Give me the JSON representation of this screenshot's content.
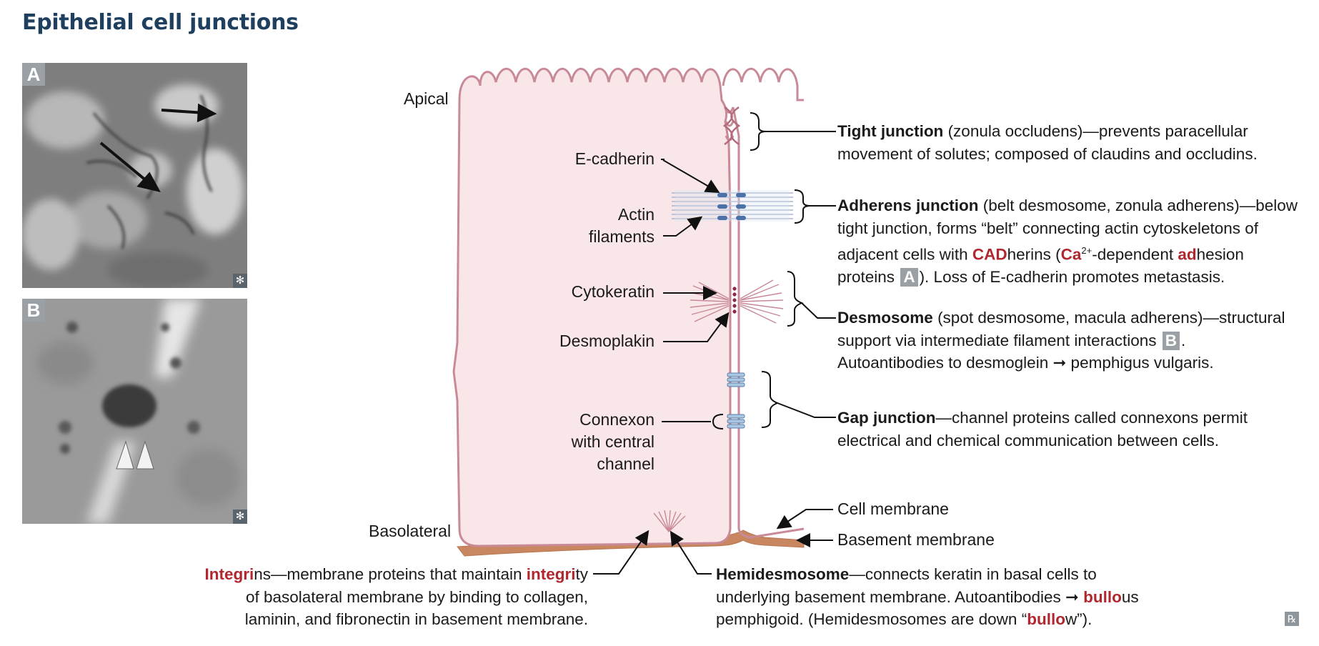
{
  "title": "Epithelial cell junctions",
  "panels": {
    "a": {
      "letter": "A",
      "badge": "✻"
    },
    "b": {
      "letter": "B",
      "badge": "✻"
    }
  },
  "labels": {
    "apical": "Apical",
    "basolateral": "Basolateral",
    "e_cadherin": "E-cadherin",
    "actin_1": "Actin",
    "actin_2": "filaments",
    "cytokeratin": "Cytokeratin",
    "desmoplakin": "Desmoplakin",
    "connexon_1": "Connexon",
    "connexon_2": "with central",
    "connexon_3": "channel",
    "cell_membrane": "Cell membrane",
    "basement_membrane": "Basement membrane"
  },
  "tight": {
    "term": "Tight junction",
    "line1": " (zonula occludens)—prevents paracellular",
    "line2": "movement of solutes; composed of claudins and occludins."
  },
  "adherens": {
    "term": "Adherens junction",
    "line1": " (belt desmosome, zonula adherens)—below",
    "line2": "tight junction, forms “belt” connecting actin cytoskeletons of",
    "line3a": "adjacent cells with ",
    "line3_cad": "CAD",
    "line3b": "herins (",
    "line3_ca": "Ca",
    "line3_sup": "2+",
    "line3c": "-dependent ",
    "line3_ad": "ad",
    "line3d": "hesion",
    "line4a": "proteins ",
    "line4_box": "A",
    "line4b": "). Loss of E-cadherin promotes metastasis."
  },
  "desmosome": {
    "term": "Desmosome",
    "line1": " (spot desmosome, macula adherens)—structural",
    "line2a": "support via intermediate filament interactions ",
    "line2_box": "B",
    "line2b": ".",
    "line3": "Autoantibodies to desmoglein ➞ pemphigus vulgaris."
  },
  "gap": {
    "term": "Gap junction",
    "line1": "—channel proteins called connexons permit",
    "line2": "electrical and chemical communication between cells."
  },
  "integrins": {
    "t1": "Integri",
    "line1a": "ns—membrane proteins that maintain ",
    "t2": "integri",
    "line1b": "ty",
    "line2": "of basolateral membrane by binding to collagen,",
    "line3": "laminin, and fibronectin in basement membrane."
  },
  "hemidesmosome": {
    "term": "Hemidesmosome",
    "line1": "—connects keratin in basal cells to",
    "line2a": "underlying basement membrane. Autoantibodies ➞ ",
    "line2_bullo": "bullo",
    "line2b": "us",
    "line3a": "pemphigoid. (Hemidesmosomes are down “",
    "line3_bullo": "bullo",
    "line3b": "w”)."
  },
  "rx_badge": "℞",
  "colors": {
    "title": "#1f3f5f",
    "accent_red": "#b0272f",
    "membrane": "#c98a98",
    "cell_fill": "#f9e6e8",
    "basement": "#c88760",
    "protein_blue": "#4a72a8",
    "connexon": "#a9c6e2"
  }
}
